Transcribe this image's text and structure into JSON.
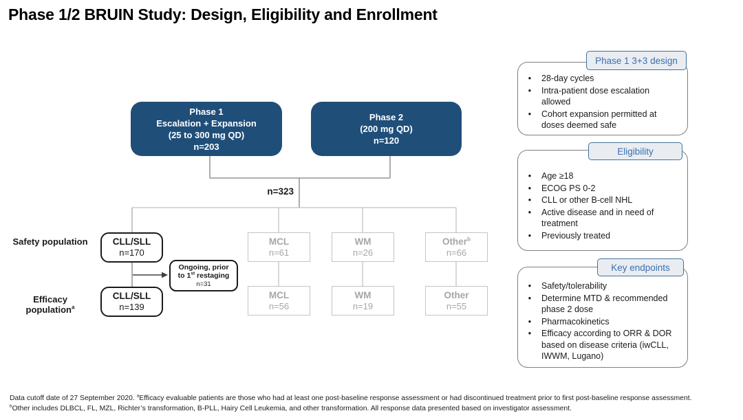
{
  "title": "Phase 1/2 BRUIN Study: Design, Eligibility and Enrollment",
  "colors": {
    "phase_box_navy": "#1f4e79",
    "phase_box_text": "#ffffff",
    "gray_box_border": "#c4c4c4",
    "gray_box_text": "#a6a6a6",
    "black_box_border": "#1a1a1a",
    "callout_tab_fill": "#e9edf2",
    "callout_tab_border": "#41719c",
    "callout_tab_text": "#3a6fae",
    "callout_body_border": "#7f7f7f",
    "connector_dark": "#7f7f7f",
    "connector_light": "#c2c2c2",
    "arrow": "#404040"
  },
  "flowchart": {
    "phase1": {
      "lines": [
        "Phase 1",
        "Escalation + Expansion",
        "(25 to 300 mg QD)",
        "n=203"
      ]
    },
    "phase2": {
      "lines": [
        "Phase 2",
        "(200 mg QD)",
        "n=120"
      ]
    },
    "total_label": "n=323",
    "labels": {
      "safety": "Safety population",
      "efficacy": "Efficacy population",
      "efficacy_sup": "a"
    },
    "safety_row": [
      {
        "name": "CLL/SLL",
        "n": "n=170"
      },
      {
        "name": "MCL",
        "n": "n=61"
      },
      {
        "name": "WM",
        "n": "n=26"
      },
      {
        "name": "Other",
        "name_sup": "b",
        "n": "n=66"
      }
    ],
    "efficacy_row": [
      {
        "name": "CLL/SLL",
        "n": "n=139"
      },
      {
        "name": "MCL",
        "n": "n=56"
      },
      {
        "name": "WM",
        "n": "n=19"
      },
      {
        "name": "Other",
        "n": "n=55"
      }
    ],
    "ongoing": {
      "line1": "Ongoing, prior",
      "line2_pre": "to 1",
      "line2_sup": "st",
      "line2_post": " restaging",
      "n": "n=31"
    }
  },
  "callouts": [
    {
      "header": "Phase 1 3+3 design",
      "bullets": [
        "28-day cycles",
        "Intra-patient dose escalation allowed",
        "Cohort expansion permitted at doses deemed safe"
      ]
    },
    {
      "header": "Eligibility",
      "bullets": [
        "Age ≥18",
        "ECOG PS 0-2",
        "CLL or other B-cell NHL",
        "Active disease and in need of treatment",
        "Previously treated"
      ]
    },
    {
      "header": "Key endpoints",
      "bullets": [
        "Safety/tolerability",
        "Determine MTD & recommended phase 2 dose",
        "Pharmacokinetics",
        "Efficacy according to ORR & DOR based on disease criteria (iwCLL, IWWM, Lugano)"
      ]
    }
  ],
  "footnotes": {
    "line1_pre": "Data cutoff date of 27 September 2020. ",
    "line1_sup": "a",
    "line1_post": "Efficacy evaluable patients are those who had at least one post-baseline response assessment or had discontinued treatment prior to first post-baseline response assessment.",
    "line2_sup": "b",
    "line2_post": "Other includes DLBCL, FL, MZL, Richter’s transformation, B-PLL, Hairy Cell Leukemia, and other transformation. All response data presented based on investigator assessment."
  }
}
